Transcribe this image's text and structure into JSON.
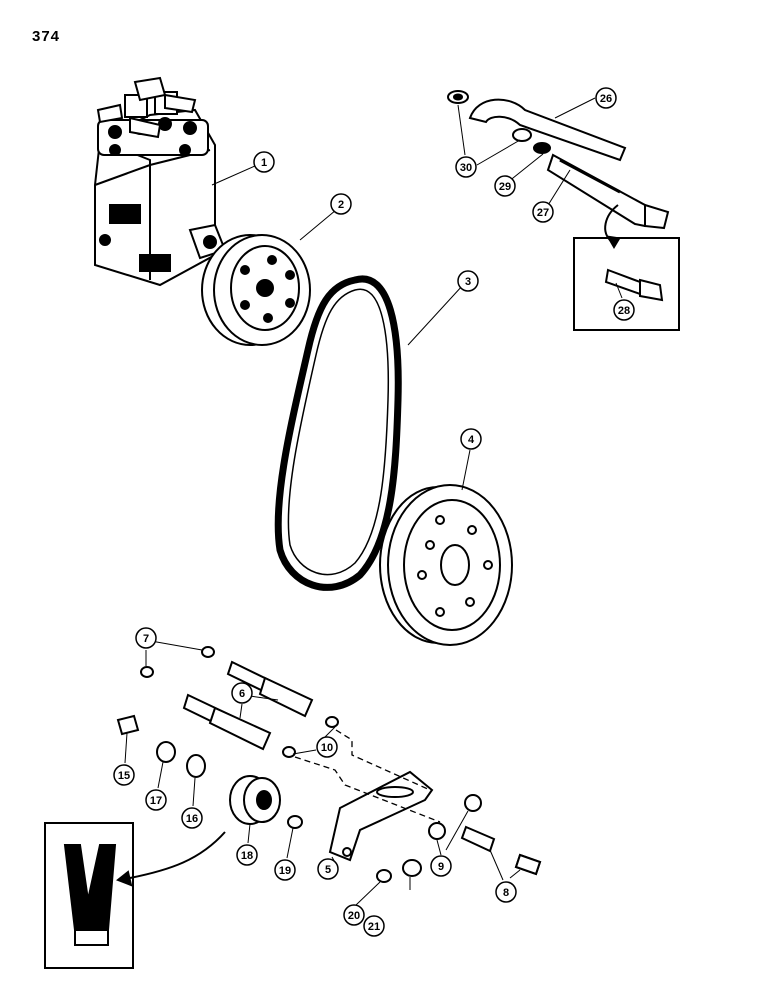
{
  "page": {
    "number": "374"
  },
  "callouts": [
    {
      "id": "c1",
      "label": "1"
    },
    {
      "id": "c2",
      "label": "2"
    },
    {
      "id": "c3",
      "label": "3"
    },
    {
      "id": "c4",
      "label": "4"
    },
    {
      "id": "c5",
      "label": "5"
    },
    {
      "id": "c6",
      "label": "6"
    },
    {
      "id": "c7",
      "label": "7"
    },
    {
      "id": "c8",
      "label": "8"
    },
    {
      "id": "c9",
      "label": "9"
    },
    {
      "id": "c10",
      "label": "10"
    },
    {
      "id": "c15",
      "label": "15"
    },
    {
      "id": "c16",
      "label": "16"
    },
    {
      "id": "c17",
      "label": "17"
    },
    {
      "id": "c18",
      "label": "18"
    },
    {
      "id": "c19",
      "label": "19"
    },
    {
      "id": "c20",
      "label": "20"
    },
    {
      "id": "c21",
      "label": "21"
    },
    {
      "id": "c26",
      "label": "26"
    },
    {
      "id": "c27",
      "label": "27"
    },
    {
      "id": "c28",
      "label": "28"
    },
    {
      "id": "c29",
      "label": "29"
    },
    {
      "id": "c30",
      "label": "30"
    }
  ]
}
